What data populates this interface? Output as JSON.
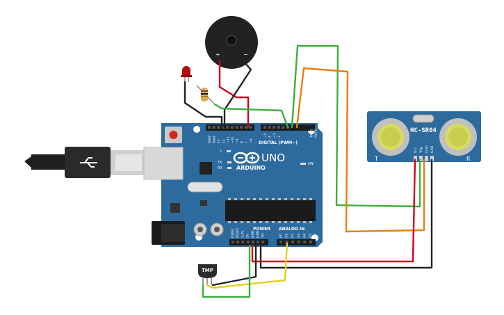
{
  "board": {
    "brand": "ARDUINO",
    "model": "UNO",
    "digital_header": "DIGITAL (PWM~)",
    "power_header": "POWER",
    "analog_header": "ANALOG IN",
    "tx_label": "TX",
    "rx_label": "RX",
    "led_l_label": "L",
    "on_label": "ON",
    "top_pins": [
      "AREF",
      "GND",
      "13",
      "12",
      "~11",
      "~10",
      "~9",
      "8",
      "7",
      "~6",
      "~5",
      "4",
      "~3",
      "2",
      "TX→1",
      "RX←0"
    ],
    "power_pins": [
      "IOREF",
      "RESET",
      "3.3V",
      "5V",
      "GND",
      "GND",
      "Vin"
    ],
    "analog_pins": [
      "A0",
      "A1",
      "A2",
      "A3",
      "A4",
      "A5"
    ]
  },
  "sensor": {
    "model": "HC-SR04",
    "left_mark": "T",
    "right_mark": "R",
    "pins": [
      "Vcc",
      "Trig",
      "Echo",
      "GND"
    ]
  },
  "temp_sensor": {
    "label": "TMP"
  },
  "buzzer": {
    "plus": "+",
    "minus": "−"
  },
  "colors": {
    "board": "#2d6b9f",
    "wire_red": "#d0021b",
    "wire_black": "#222222",
    "wire_green": "#3cae3c",
    "wire_orange": "#ea7d12",
    "wire_yellow": "#e6cf1c",
    "led": "#b00d0d"
  }
}
